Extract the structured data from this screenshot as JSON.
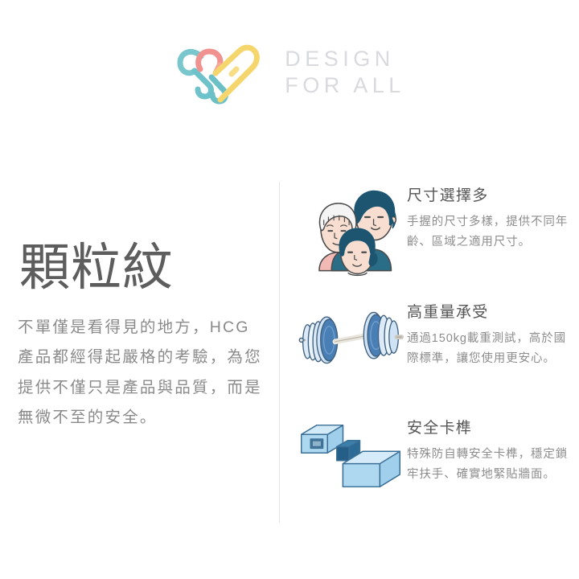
{
  "brand": {
    "logo_icon": "heart-paperclip-logo",
    "logo_colors": {
      "teal": "#79c7cd",
      "coral": "#f0928f",
      "yellow": "#f5d66d"
    },
    "wordmark_line1": "DESIGN",
    "wordmark_line2": "FOR ALL",
    "wordmark_color": "#d8dade"
  },
  "left": {
    "headline": "顆粒紋",
    "paragraph": "不單僅是看得見的地方，HCG 產品都經得起嚴格的考驗，為您提供不僅只是產品與品質，而是無微不至的安全。"
  },
  "features": [
    {
      "icon": "family-faces-icon",
      "title": "尺寸選擇多",
      "description": "手握的尺寸多樣，提供不同年齡、區域之適用尺寸。"
    },
    {
      "icon": "dumbbell-icon",
      "title": "高重量承受",
      "description": "通過150kg載重測試，高於國際標準，讓您使用更安心。"
    },
    {
      "icon": "safety-latch-blocks-icon",
      "title": "安全卡榫",
      "description": "特殊防自轉安全卡榫，穩定鎖牢扶手、確實地緊貼牆面。"
    }
  ],
  "palette": {
    "background": "#ffffff",
    "divider": "#e2e4e6",
    "heading_text": "#5d5d5d",
    "body_text": "#8a8a8a",
    "illustration_navy": "#1d5570",
    "illustration_blue": "#4a7fb5",
    "illustration_light_blue": "#a8d4ef"
  }
}
